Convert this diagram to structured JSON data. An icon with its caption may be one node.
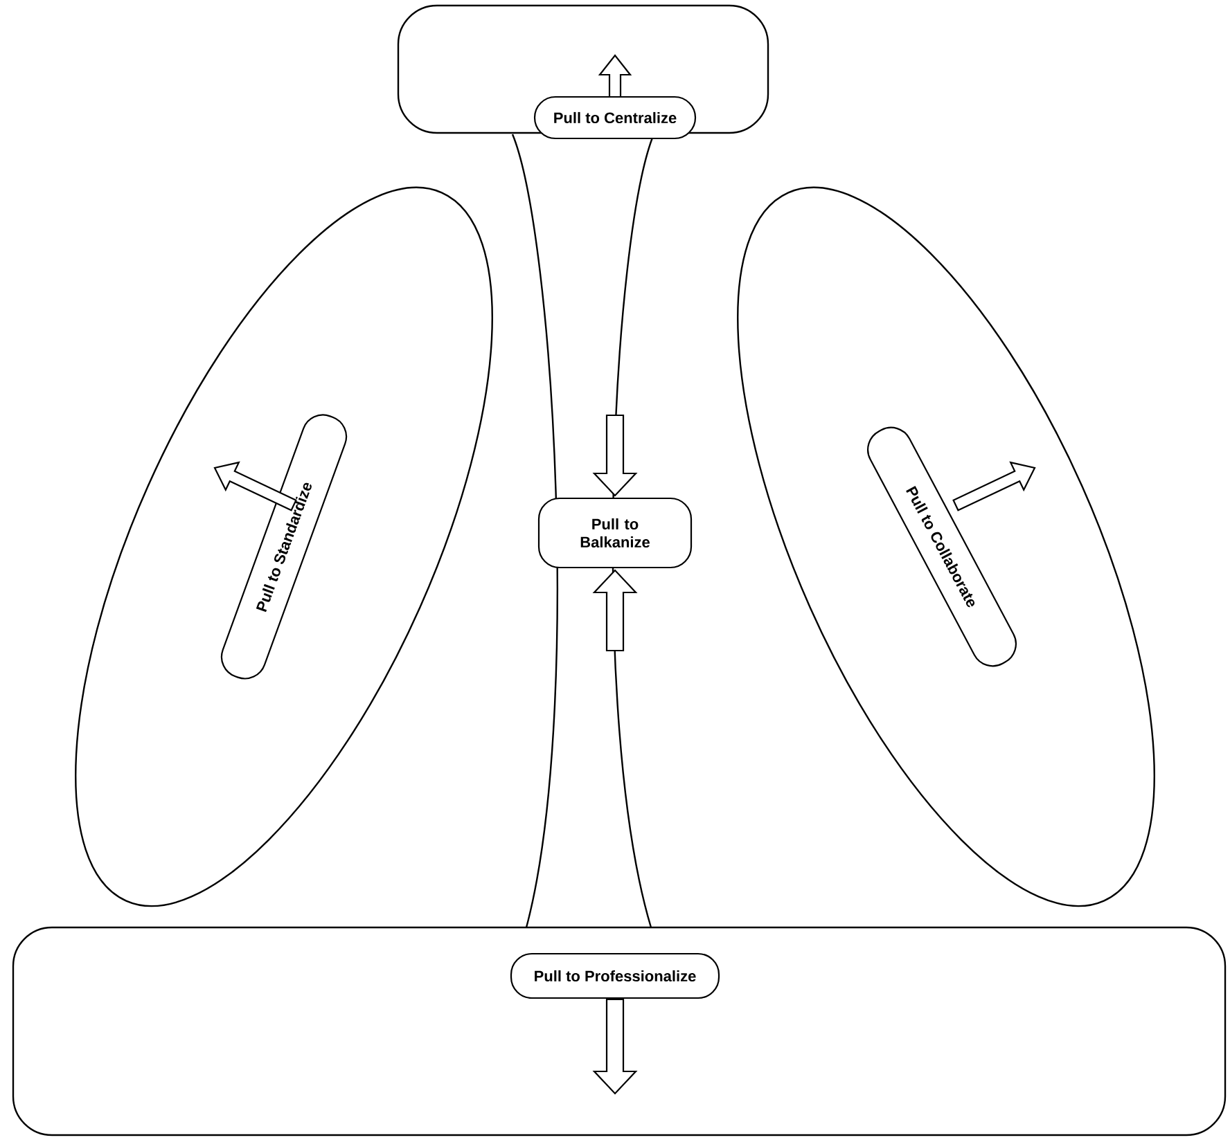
{
  "diagram": {
    "nodes": [
      {
        "text": [],
        "shape": "box"
      },
      {
        "text": [
          "Pull to Centralize"
        ],
        "in": 0
      },
      {
        "text": [],
        "shape": "ellipse"
      },
      {
        "text": [
          "Pull to Standardize"
        ],
        "in": 2
      },
      {
        "text": [],
        "shape": "ellipse"
      },
      {
        "text": [
          "Pull to Collaborate"
        ],
        "in": 4
      },
      {
        "text": [
          "Pull to Balkanize"
        ]
      },
      {
        "text": [],
        "shape": "box"
      },
      {
        "text": [
          "Pull to Professionalize"
        ],
        "in": 7
      }
    ]
  }
}
